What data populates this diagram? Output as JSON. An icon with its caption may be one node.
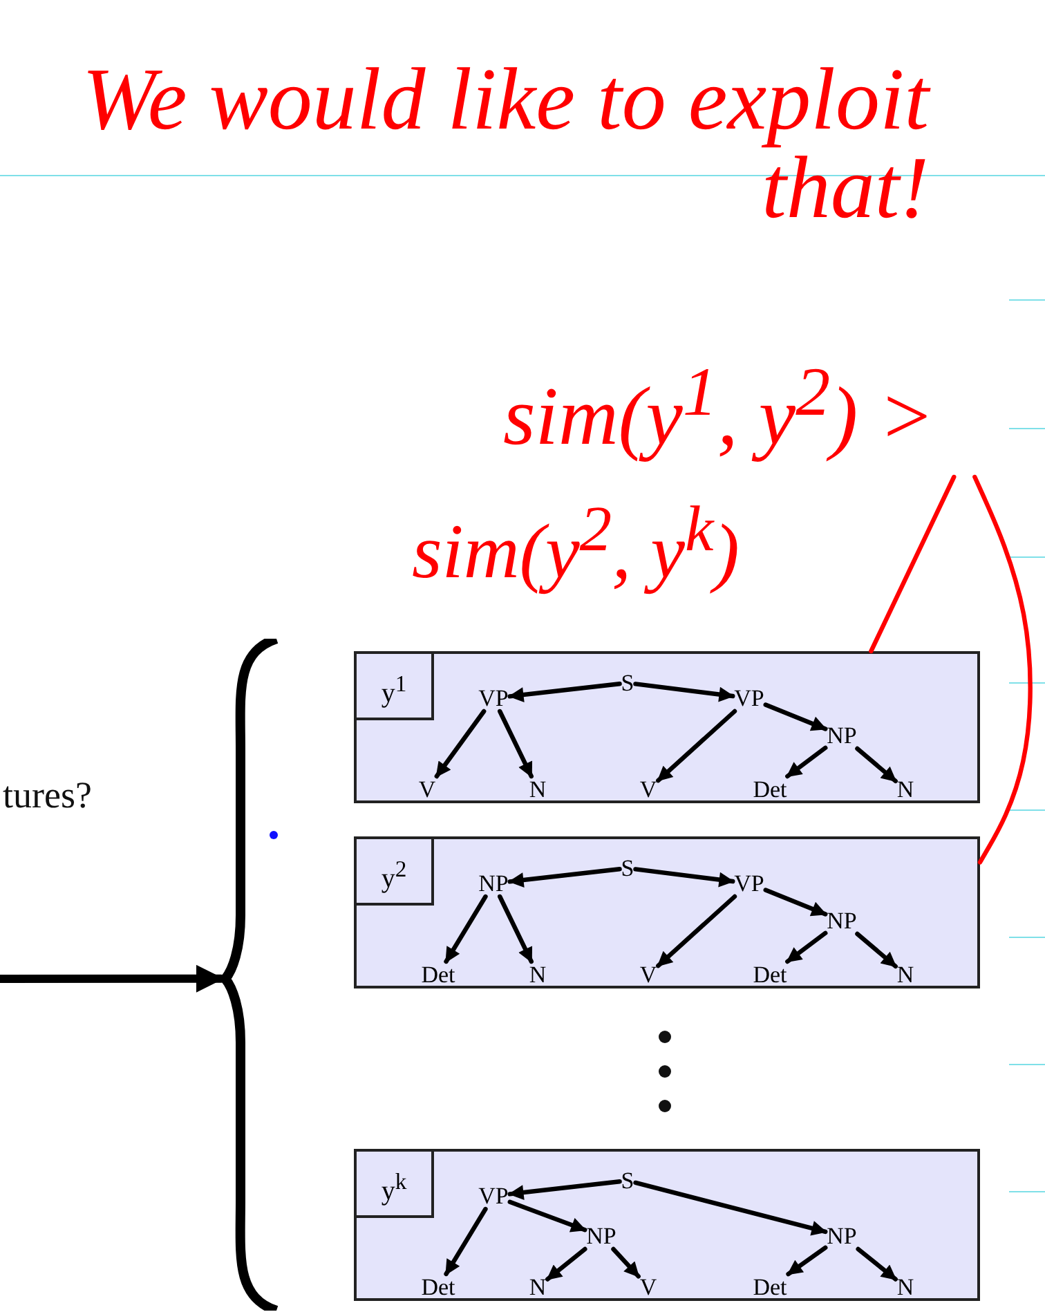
{
  "diagram": {
    "nodes": [
      {
        "text": [
          "sim(y$^{1}$, y$^{2}$) >"
        ]
      },
      {
        "text": [],
        "shape": "brace"
      },
      {
        "text": [
          "y$^{1}$"
        ]
      },
      {
        "text": [
          "S"
        ],
        "in": 2
      },
      {
        "text": [
          "VP"
        ],
        "in": 2
      },
      {
        "text": [
          "VP"
        ],
        "in": 2
      },
      {
        "text": [
          "NP"
        ],
        "in": 2
      },
      {
        "text": [
          "V"
        ],
        "in": 2
      },
      {
        "text": [
          "N"
        ],
        "in": 2
      },
      {
        "text": [
          "V"
        ],
        "in": 2
      },
      {
        "text": [
          "Det"
        ],
        "in": 2
      },
      {
        "text": [
          "N"
        ],
        "in": 2
      },
      {
        "text": [
          "y$^{2}$"
        ]
      },
      {
        "text": [
          "S"
        ],
        "in": 12
      },
      {
        "text": [
          "NP"
        ],
        "in": 12
      },
      {
        "text": [
          "VP"
        ],
        "in": 12
      },
      {
        "text": [
          "NP"
        ],
        "in": 12
      },
      {
        "text": [
          "Det"
        ],
        "in": 12
      },
      {
        "text": [
          "N"
        ],
        "in": 12
      },
      {
        "text": [
          "V"
        ],
        "in": 12
      },
      {
        "text": [
          "Det"
        ],
        "in": 12
      },
      {
        "text": [
          "N"
        ],
        "in": 12
      },
      {
        "text": [
          "y$^{k}$"
        ]
      },
      {
        "text": [
          "S"
        ],
        "in": 22
      },
      {
        "text": [
          "VP"
        ],
        "in": 22
      },
      {
        "text": [
          "NP"
        ],
        "in": 22
      },
      {
        "text": [
          "NP"
        ],
        "in": 22
      },
      {
        "text": [
          "Det"
        ],
        "in": 22
      },
      {
        "text": [
          "N"
        ],
        "in": 22
      },
      {
        "text": [
          "V"
        ],
        "in": 22
      },
      {
        "text": [
          "Det"
        ],
        "in": 22
      },
      {
        "text": [
          "N"
        ],
        "in": 22
      }
    ],
    "edges": [
      {
        "from": 3,
        "to": 4,
        "arrow": "to"
      },
      {
        "from": 3,
        "to": 5,
        "arrow": "to"
      },
      {
        "from": 4,
        "to": 7,
        "arrow": "to"
      },
      {
        "from": 4,
        "to": 8,
        "arrow": "to"
      },
      {
        "from": 5,
        "to": 9,
        "arrow": "to"
      },
      {
        "from": 5,
        "to": 6,
        "arrow": "to"
      },
      {
        "from": 6,
        "to": 10,
        "arrow": "to"
      },
      {
        "from": 6,
        "to": 11,
        "arrow": "to"
      },
      {
        "from": 13,
        "to": 14,
        "arrow": "to"
      },
      {
        "from": 13,
        "to": 15,
        "arrow": "to"
      },
      {
        "from": 14,
        "to": 17,
        "arrow": "to"
      },
      {
        "from": 14,
        "to": 18,
        "arrow": "to"
      },
      {
        "from": 15,
        "to": 19,
        "arrow": "to"
      },
      {
        "from": 15,
        "to": 16,
        "arrow": "to"
      },
      {
        "from": 16,
        "to": 20,
        "arrow": "to"
      },
      {
        "from": 16,
        "to": 21,
        "arrow": "to"
      },
      {
        "from": 23,
        "to": 24,
        "arrow": "to"
      },
      {
        "from": 23,
        "to": 26,
        "arrow": "to"
      },
      {
        "from": 24,
        "to": 27,
        "arrow": "to"
      },
      {
        "from": 24,
        "to": 25,
        "arrow": "to"
      },
      {
        "from": 25,
        "to": 28,
        "arrow": "to"
      },
      {
        "from": 25,
        "to": 29,
        "arrow": "to"
      },
      {
        "from": 26,
        "to": 30,
        "arrow": "to"
      },
      {
        "from": 26,
        "to": 31,
        "arrow": "to"
      },
      {
        "from": null,
        "to": 1,
        "arrow": "to",
        "style": "thick"
      },
      {
        "from": 0,
        "to": 2,
        "arrow": "none",
        "color": "#ff0000"
      },
      {
        "from": 0,
        "to": 12,
        "arrow": "none",
        "color": "#ff0000"
      }
    ],
    "labels": [
      "We would like to exploit that!",
      "sim(y$^{2}$, y$^{k}$)",
      "tures?"
    ]
  }
}
